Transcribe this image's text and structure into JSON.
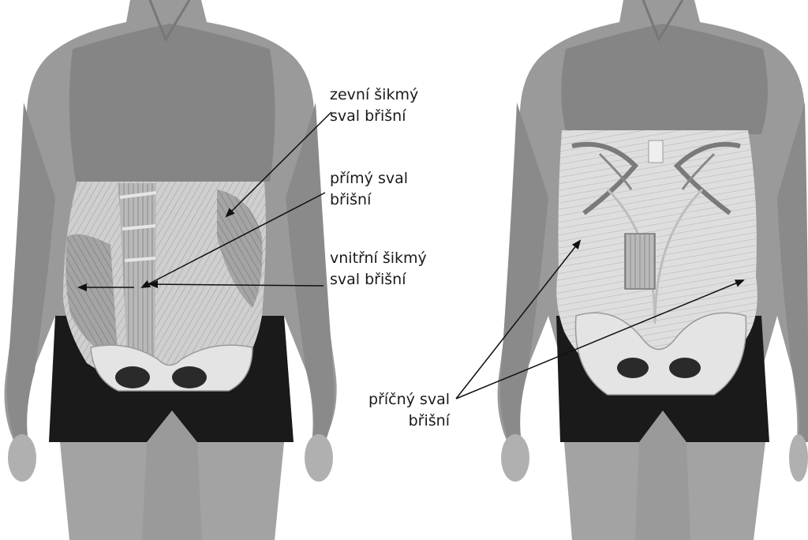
{
  "labels": {
    "external_oblique": {
      "line1": "zevní šikmý",
      "line2": "sval břišní"
    },
    "rectus": {
      "line1": "přímý sval",
      "line2": "břišní"
    },
    "internal_oblique": {
      "line1": "vnitřní šikmý",
      "line2": "sval břišní"
    },
    "transversus": {
      "line1": "příčný sval",
      "line2": "břišní"
    }
  },
  "colors": {
    "skin": "#9a9a9a",
    "top": "#8a8a8a",
    "shorts": "#1a1a1a",
    "muscle": "#c9c9c9",
    "muscle_dark": "#5a5a5a",
    "bone": "#e4e4e4",
    "arrow": "#111111"
  }
}
